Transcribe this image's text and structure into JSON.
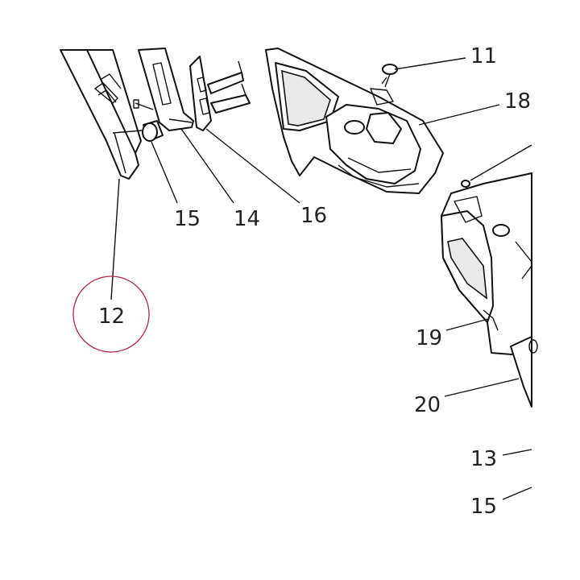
{
  "diagram": {
    "highlight_color": "#b5264a",
    "line_color": "#111111",
    "callouts": [
      {
        "id": "11",
        "label": "11"
      },
      {
        "id": "18",
        "label": "18"
      },
      {
        "id": "15a",
        "label": "15"
      },
      {
        "id": "14",
        "label": "14"
      },
      {
        "id": "16",
        "label": "16"
      },
      {
        "id": "12",
        "label": "12",
        "highlighted": true
      },
      {
        "id": "19",
        "label": "19"
      },
      {
        "id": "20",
        "label": "20"
      },
      {
        "id": "13",
        "label": "13"
      },
      {
        "id": "15b",
        "label": "15"
      }
    ]
  }
}
